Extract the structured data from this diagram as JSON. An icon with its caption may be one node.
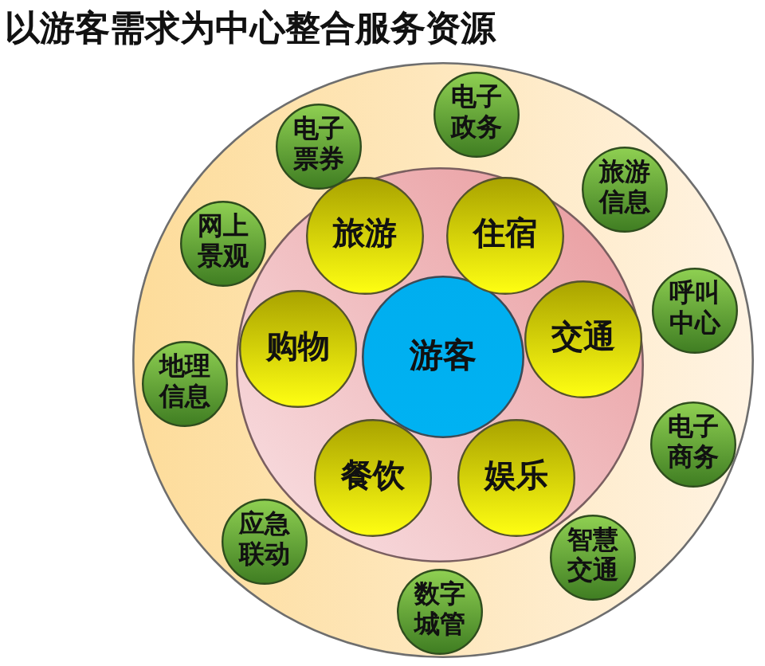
{
  "diagram": {
    "title": "以游客需求为中心整合服务资源",
    "nodes": [
      {
        "text": [],
        "shape": "circle"
      },
      {
        "text": [],
        "shape": "circle",
        "in": 0
      },
      {
        "text": [
          "游客"
        ],
        "in": 1
      },
      {
        "text": [
          "旅游"
        ],
        "in": 1
      },
      {
        "text": [
          "住宿"
        ],
        "in": 1
      },
      {
        "text": [
          "交通"
        ],
        "in": 1
      },
      {
        "text": [
          "娱乐"
        ],
        "in": 1
      },
      {
        "text": [
          "餐饮"
        ],
        "in": 1
      },
      {
        "text": [
          "购物"
        ],
        "in": 1
      },
      {
        "text": [
          "电子政务"
        ],
        "in": 0
      },
      {
        "text": [
          "旅游信息"
        ],
        "in": 0
      },
      {
        "text": [
          "呼叫中心"
        ],
        "in": 0
      },
      {
        "text": [
          "电子商务"
        ],
        "in": 0
      },
      {
        "text": [
          "智慧交通"
        ],
        "in": 0
      },
      {
        "text": [
          "数字城管"
        ],
        "in": 0
      },
      {
        "text": [
          "应急联动"
        ],
        "in": 0
      },
      {
        "text": [
          "地理信息"
        ],
        "in": 0
      },
      {
        "text": [
          "网上景观"
        ],
        "in": 0
      },
      {
        "text": [
          "电子票券"
        ],
        "in": 0
      }
    ]
  }
}
